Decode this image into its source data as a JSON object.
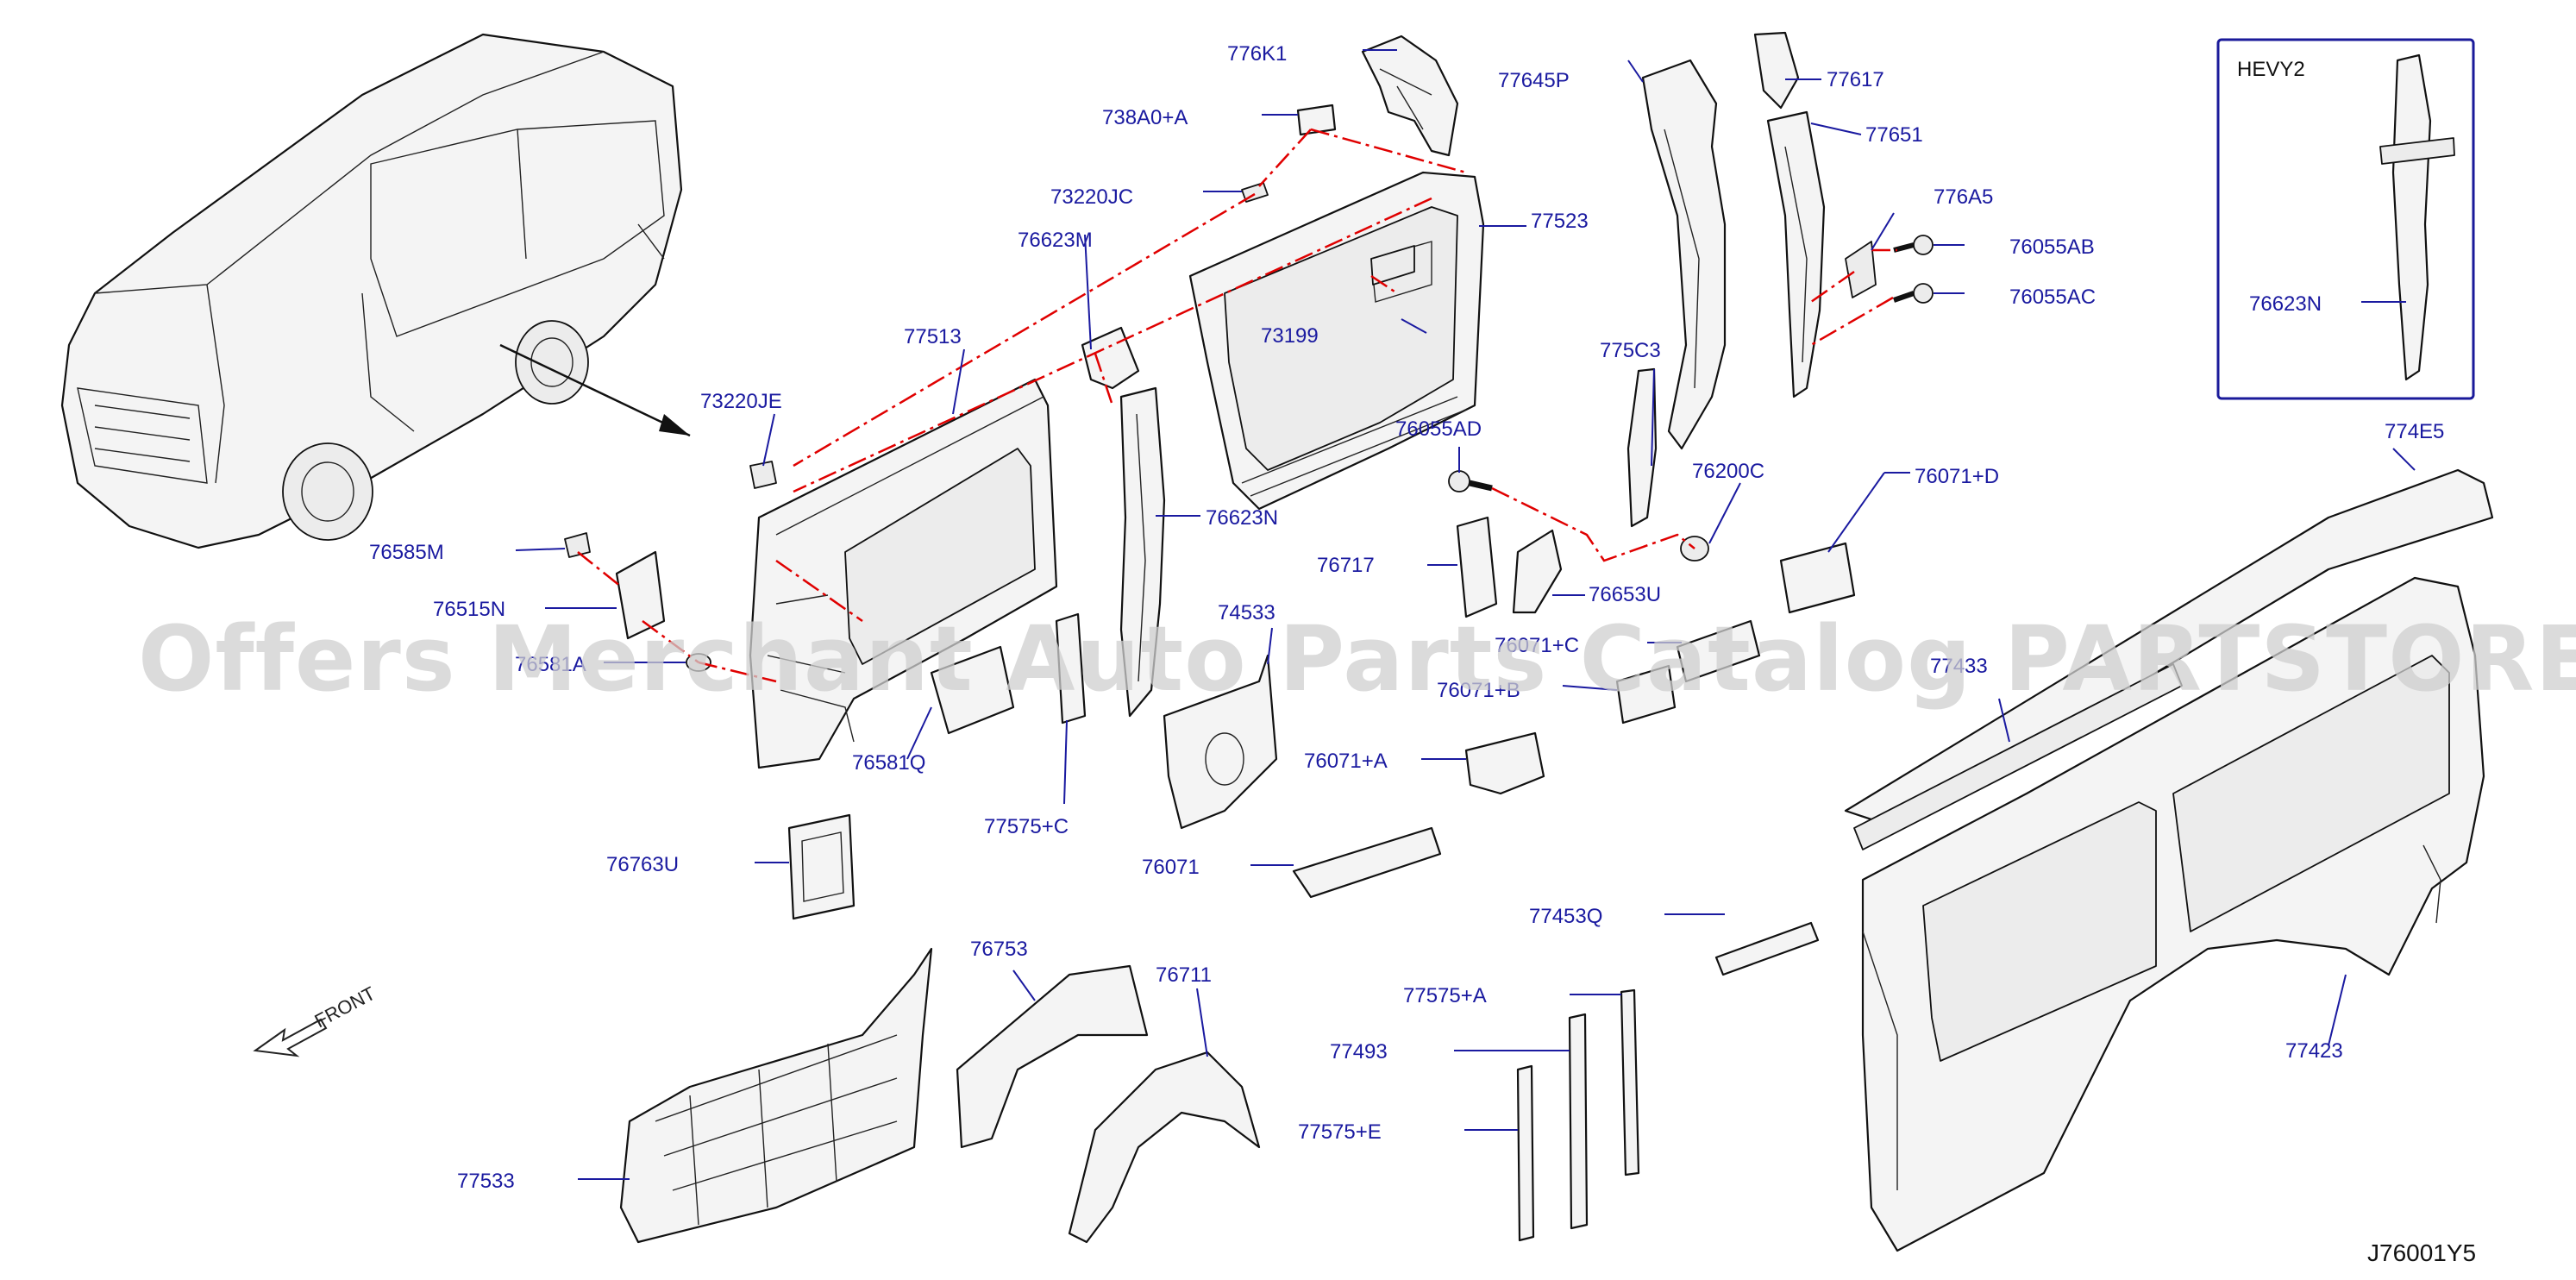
{
  "labels": [
    {
      "id": "77617",
      "text": "77617"
    },
    {
      "id": "776K1",
      "text": "776K1"
    },
    {
      "id": "77645P",
      "text": "77645P"
    },
    {
      "id": "738A0+A",
      "text": "738A0+A"
    },
    {
      "id": "77651",
      "text": "77651"
    },
    {
      "id": "73220JC",
      "text": "73220JC"
    },
    {
      "id": "776A5",
      "text": "776A5"
    },
    {
      "id": "77523",
      "text": "77523"
    },
    {
      "id": "76623M",
      "text": "76623M"
    },
    {
      "id": "76055AB",
      "text": "76055AB"
    },
    {
      "id": "76055AC",
      "text": "76055AC"
    },
    {
      "id": "73199",
      "text": "73199"
    },
    {
      "id": "77513",
      "text": "77513"
    },
    {
      "id": "775C3",
      "text": "775C3"
    },
    {
      "id": "73220JE",
      "text": "73220JE"
    },
    {
      "id": "76055AD",
      "text": "76055AD"
    },
    {
      "id": "76200C",
      "text": "76200C"
    },
    {
      "id": "76071+D",
      "text": "76071+D"
    },
    {
      "id": "76585M",
      "text": "76585M"
    },
    {
      "id": "76623N_main",
      "text": "76623N"
    },
    {
      "id": "76717",
      "text": "76717"
    },
    {
      "id": "76653U",
      "text": "76653U"
    },
    {
      "id": "76515N",
      "text": "76515N"
    },
    {
      "id": "74533",
      "text": "74533"
    },
    {
      "id": "76071+C",
      "text": "76071+C"
    },
    {
      "id": "76581A",
      "text": "76581A"
    },
    {
      "id": "76071+B",
      "text": "76071+B"
    },
    {
      "id": "77433",
      "text": "77433"
    },
    {
      "id": "76581Q",
      "text": "76581Q"
    },
    {
      "id": "76071+A",
      "text": "76071+A"
    },
    {
      "id": "77575+C",
      "text": "77575+C"
    },
    {
      "id": "76071",
      "text": "76071"
    },
    {
      "id": "76763U",
      "text": "76763U"
    },
    {
      "id": "77453Q",
      "text": "77453Q"
    },
    {
      "id": "76753",
      "text": "76753"
    },
    {
      "id": "76711",
      "text": "76711"
    },
    {
      "id": "77575+A",
      "text": "77575+A"
    },
    {
      "id": "77423",
      "text": "77423"
    },
    {
      "id": "77493",
      "text": "77493"
    },
    {
      "id": "77575+E",
      "text": "77575+E"
    },
    {
      "id": "77533",
      "text": "77533"
    },
    {
      "id": "774E5",
      "text": "774E5"
    }
  ],
  "inset": {
    "title": "HEVY2",
    "label": "76623N"
  },
  "front_indicator": "FRONT",
  "diagram_code": "J76001Y5",
  "watermark": "Offers Merchant Auto Parts Catalog PARTSTORE.SA",
  "colors": {
    "label": "#1a1aa0",
    "leader": "#1a1aa0",
    "dash": "#e00000",
    "outline": "#111111"
  }
}
